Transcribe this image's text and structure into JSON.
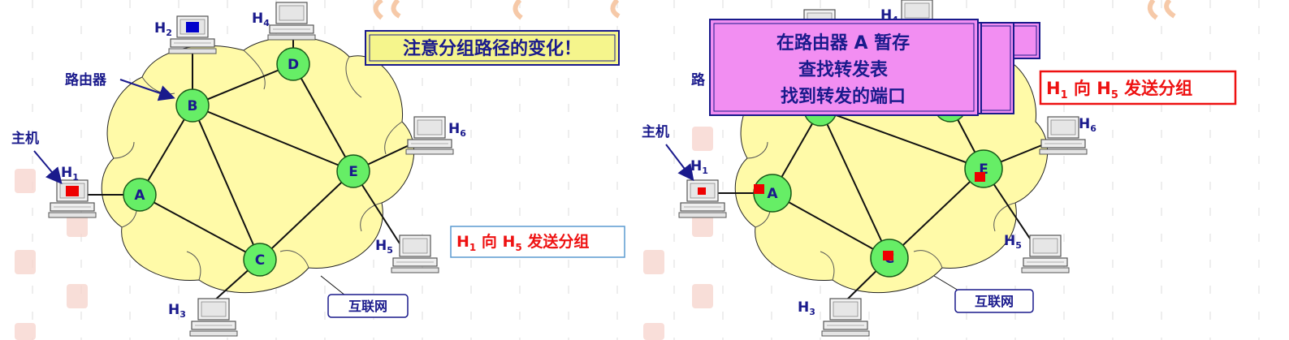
{
  "left_panel": {
    "callout": "注意分组路径的变化！",
    "router_label": "路由器",
    "host_label": "主机",
    "internet_label": "互联网",
    "send_label": {
      "h1": "H",
      "h1_sub": "1",
      "mid": " 向 ",
      "h5": "H",
      "h5_sub": "5",
      "tail": " 发送分组"
    },
    "nodes": {
      "A": "A",
      "B": "B",
      "C": "C",
      "D": "D",
      "E": "E"
    },
    "hosts": {
      "H1": {
        "base": "H",
        "sub": "1"
      },
      "H2": {
        "base": "H",
        "sub": "2"
      },
      "H3": {
        "base": "H",
        "sub": "3"
      },
      "H4": {
        "base": "H",
        "sub": "4"
      },
      "H5": {
        "base": "H",
        "sub": "5"
      },
      "H6": {
        "base": "H",
        "sub": "6"
      }
    }
  },
  "right_panel": {
    "popup_lines": [
      "在路由器 A 暂存",
      "查找转发表",
      "找到转发的端口"
    ],
    "host_label": "主机",
    "router_label_partial": "路",
    "internet_label": "互联网",
    "send_label": {
      "h1": "H",
      "h1_sub": "1",
      "mid": " 向 ",
      "h5": "H",
      "h5_sub": "5",
      "tail": " 发送分组"
    },
    "nodes": {
      "A": "A",
      "C": "C",
      "E": "E"
    }
  },
  "colors": {
    "cloud": "#fffaa8",
    "node": "#66ee66",
    "label": "#1a1a8c",
    "packet": "#ee0000",
    "packet_alt": "#0000cc",
    "popup": "#f28ef2",
    "callout_bg": "#f5f58c",
    "send_text": "#ee1111"
  }
}
